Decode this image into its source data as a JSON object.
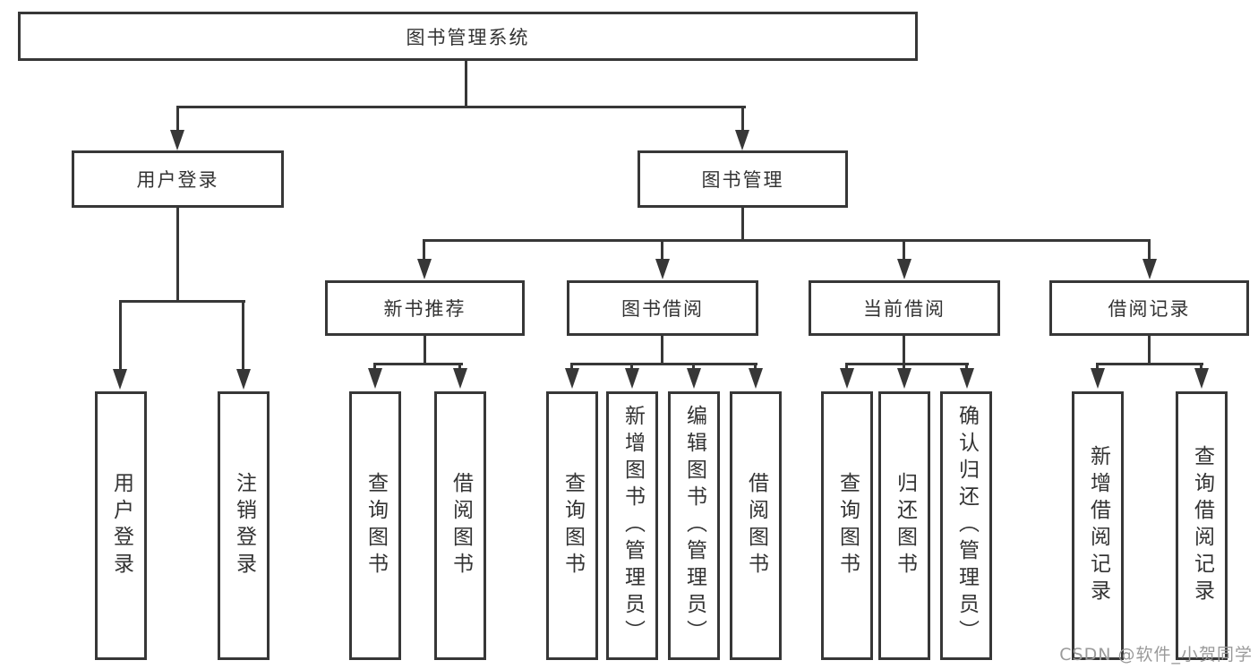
{
  "diagram": {
    "root": "图书管理系统",
    "branches": {
      "user_login": "用户登录",
      "book_management": "图书管理"
    },
    "modules": {
      "new_book_recommend": "新书推荐",
      "book_borrow": "图书借阅",
      "current_borrow": "当前借阅",
      "borrow_records": "借阅记录"
    },
    "leaves": {
      "user_login": "用户登录",
      "logout": "注销登录",
      "query_book_1": "查询图书",
      "borrow_book_1": "借阅图书",
      "query_book_2": "查询图书",
      "add_book_admin": "新增图书（管理员）",
      "edit_book_admin": "编辑图书（管理员）",
      "borrow_book_2": "借阅图书",
      "query_book_3": "查询图书",
      "return_book": "归还图书",
      "confirm_return_admin": "确认归还（管理员）",
      "add_borrow_record": "新增借阅记录",
      "query_borrow_record": "查询借阅记录"
    }
  },
  "watermark": "CSDN @软件_小贺同学",
  "colors": {
    "line": "#373737",
    "text": "#333333",
    "background": "#ffffff",
    "watermark": "#9a9a9a"
  }
}
